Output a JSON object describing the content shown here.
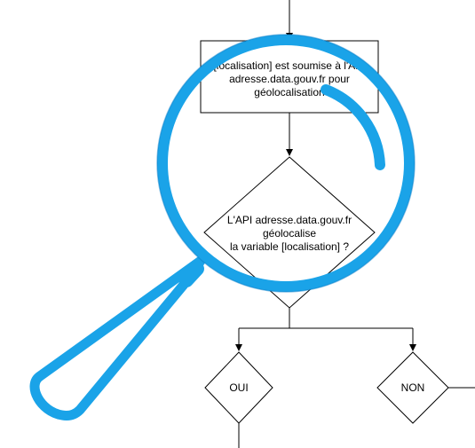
{
  "process_box": {
    "lines": [
      "[localisation] est soumise à l'API",
      "adresse.data.gouv.fr pour",
      "géolocalisation"
    ]
  },
  "decision": {
    "lines": [
      "L'API adresse.data.gouv.fr",
      "géolocalise",
      "la variable [localisation] ?"
    ]
  },
  "branch_yes": {
    "label": "OUI"
  },
  "branch_no": {
    "label": "NON"
  },
  "colors": {
    "stroke": "#000000",
    "magnifier": "#1aa3e8",
    "magnifier_dark": "#0b7fc9",
    "background": "#ffffff"
  },
  "overlay": {
    "icon": "magnifying-glass-icon"
  }
}
